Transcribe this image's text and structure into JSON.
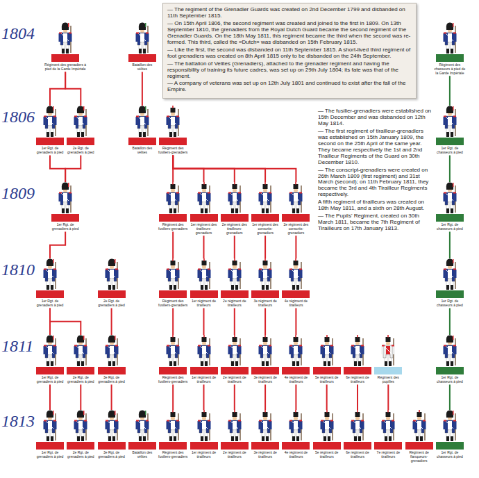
{
  "diagram": {
    "nodes": [
      {
        "text": [
          "Régiment des grenadiers à pied de la Garde Impériale"
        ]
      },
      {
        "text": [
          "Bataillon des vélites"
        ]
      },
      {
        "text": [
          "— The regiment of the Grenadier Guards was created on 2nd December 1799 and disbanded on 11th September 1815.",
          "— On 15th April 1806, the second regiment was created and joined to the first in 1809. On 13th September 1810, the grenadiers from the Royal Dutch Guard became the second regiment of the Grenadier Guards. On the 18th May 1811, this regiment became the third when the second was re-formed. This third, called the «Dutch» was disbanded on 15th February 1815.",
          "— Like the first, the second was disbanded on 11th September 1815. A short-lived third regiment of foot grenadiers was created on 8th April 1815 only to be disbanded on the 24th September.",
          "— The battalion of Velites (Grenadiers), attached to the grenadier regiment and having the responsibility of training its future cadres, was set up on 29th July 1804; its fate was that of the regiment.",
          "— A company of veterans was set up on 12th July 1801 and continued to exist after the fall of the Empire."
        ]
      },
      {
        "text": [
          "Régiment des chasseurs à pied de la Garde Impériale"
        ]
      },
      {
        "text": [
          "1er Rgt. de grenadiers à pied"
        ]
      },
      {
        "text": [
          "2e Rgt. de grenadiers à pied"
        ]
      },
      {
        "text": [
          "Bataillon des vélites"
        ]
      },
      {
        "text": [
          "Régiment des fusiliers-grenadiers"
        ]
      },
      {
        "text": [
          "1er Rgt. de chasseurs à pied"
        ]
      },
      {
        "text": [
          "1er Rgt. de grenadiers à pied"
        ]
      },
      {
        "text": [
          "Régiment des fusiliers-grenadiers"
        ]
      },
      {
        "text": [
          "1er régiment des tirailleurs-grenadiers"
        ]
      },
      {
        "text": [
          "2e régiment des tirailleurs-grenadiers"
        ]
      },
      {
        "text": [
          "1er régiment des conscrits-grenadiers"
        ]
      },
      {
        "text": [
          "2e régiment des conscrits-grenadiers"
        ]
      },
      {
        "text": [
          "1er Rgt. de chasseurs à pied"
        ]
      },
      {
        "text": [
          "1er Rgt. de grenadiers à pied"
        ]
      },
      {
        "text": [
          "2e Rgt. de grenadiers à pied"
        ]
      },
      {
        "text": [
          "Régiment des fusiliers-grenadiers"
        ]
      },
      {
        "text": [
          "1er régiment de tirailleurs"
        ]
      },
      {
        "text": [
          "2e régiment de tirailleurs"
        ]
      },
      {
        "text": [
          "3e régiment de tirailleurs"
        ]
      },
      {
        "text": [
          "4e régiment de tirailleurs"
        ]
      },
      {
        "text": [
          "1er Rgt. de chasseurs à pied"
        ]
      },
      {
        "text": [
          "1er Rgt. de grenadiers à pied"
        ]
      },
      {
        "text": [
          "2e Rgt. de grenadiers à pied"
        ]
      },
      {
        "text": [
          "3e Rgt. de grenadiers à pied"
        ]
      },
      {
        "text": [
          "Régiment des fusiliers-grenadiers"
        ]
      },
      {
        "text": [
          "1er régiment de tirailleurs"
        ]
      },
      {
        "text": [
          "2e régiment de tirailleurs"
        ]
      },
      {
        "text": [
          "3e régiment de tirailleurs"
        ]
      },
      {
        "text": [
          "4e régiment de tirailleurs"
        ]
      },
      {
        "text": [
          "5e régiment de tirailleurs"
        ]
      },
      {
        "text": [
          "6e régiment de tirailleurs"
        ]
      },
      {
        "text": [
          "Régiment des pupilles"
        ]
      },
      {
        "text": [
          "1er Rgt. de chasseurs à pied"
        ]
      },
      {
        "text": [
          "1er Rgt. de grenadiers à pied"
        ]
      },
      {
        "text": [
          "2e Rgt. de grenadiers à pied"
        ]
      },
      {
        "text": [
          "3e Rgt. de grenadiers à pied"
        ]
      },
      {
        "text": [
          "Bataillon des vélites"
        ]
      },
      {
        "text": [
          "Régiment des fusiliers-grenadiers"
        ]
      },
      {
        "text": [
          "1er régiment de tirailleurs"
        ]
      },
      {
        "text": [
          "2e régiment de tirailleurs"
        ]
      },
      {
        "text": [
          "3e régiment de tirailleurs"
        ]
      },
      {
        "text": [
          "4e régiment de tirailleurs"
        ]
      },
      {
        "text": [
          "5e régiment de tirailleurs"
        ]
      },
      {
        "text": [
          "6e régiment de tirailleurs"
        ]
      },
      {
        "text": [
          "7e régiment de tirailleurs"
        ]
      },
      {
        "text": [
          "Régiment de flanqueurs-grenadiers"
        ]
      },
      {
        "text": [
          "1er Rgt. de chasseurs à pied"
        ]
      }
    ],
    "edges": [
      {
        "from": 0,
        "to": 4,
        "arrow": "none"
      },
      {
        "from": 0,
        "to": 5,
        "arrow": "none"
      },
      {
        "from": 1,
        "to": 6,
        "arrow": "none"
      },
      {
        "from": 3,
        "to": 8,
        "arrow": "none"
      },
      {
        "from": 4,
        "to": 9,
        "arrow": "none"
      },
      {
        "from": 5,
        "to": 9,
        "arrow": "none"
      },
      {
        "from": 7,
        "to": 10,
        "arrow": "none"
      },
      {
        "from": 7,
        "to": 11,
        "arrow": "none"
      },
      {
        "from": 7,
        "to": 12,
        "arrow": "none"
      },
      {
        "from": 7,
        "to": 13,
        "arrow": "none"
      },
      {
        "from": 7,
        "to": 14,
        "arrow": "none"
      },
      {
        "from": 8,
        "to": 15,
        "arrow": "none"
      },
      {
        "from": 9,
        "to": 16,
        "arrow": "none"
      },
      {
        "from": 10,
        "to": 18,
        "arrow": "none"
      },
      {
        "from": 11,
        "to": 19,
        "arrow": "none"
      },
      {
        "from": 12,
        "to": 20,
        "arrow": "none"
      },
      {
        "from": 13,
        "to": 21,
        "arrow": "none"
      },
      {
        "from": 14,
        "to": 22,
        "arrow": "none"
      },
      {
        "from": 15,
        "to": 23,
        "arrow": "none"
      },
      {
        "from": 16,
        "to": 24,
        "arrow": "none"
      },
      {
        "from": 16,
        "to": 25,
        "arrow": "none"
      },
      {
        "from": 17,
        "to": 26,
        "arrow": "none"
      },
      {
        "from": 18,
        "to": 27,
        "arrow": "none"
      },
      {
        "from": 19,
        "to": 28,
        "arrow": "none"
      },
      {
        "from": 20,
        "to": 29,
        "arrow": "none"
      },
      {
        "from": 21,
        "to": 30,
        "arrow": "none"
      },
      {
        "from": 22,
        "to": 31,
        "arrow": "none"
      },
      {
        "from": 23,
        "to": 35,
        "arrow": "none"
      },
      {
        "from": 24,
        "to": 36,
        "arrow": "none"
      },
      {
        "from": 25,
        "to": 37,
        "arrow": "none"
      },
      {
        "from": 26,
        "to": 38,
        "arrow": "none"
      },
      {
        "from": 27,
        "to": 40,
        "arrow": "none"
      },
      {
        "from": 28,
        "to": 41,
        "arrow": "none"
      },
      {
        "from": 29,
        "to": 42,
        "arrow": "none"
      },
      {
        "from": 30,
        "to": 43,
        "arrow": "none"
      },
      {
        "from": 31,
        "to": 44,
        "arrow": "none"
      },
      {
        "from": 32,
        "to": 45,
        "arrow": "none"
      },
      {
        "from": 33,
        "to": 46,
        "arrow": "none"
      },
      {
        "from": 34,
        "to": 47,
        "arrow": "none"
      },
      {
        "from": 35,
        "to": 49,
        "arrow": "none"
      }
    ],
    "labels": [
      "1804",
      "1806",
      "1809",
      "1810",
      "1811",
      "1813",
      "— The fusilier-grenadiers were established on 15th December and was disbanded on 12th May 1814.",
      "— The first regiment of tirailleur-grenadiers was established on 15th January 1809, the second on the 25th April of the same year. They became respectively the 1st and 2nd Tirailleur Regiments of the Guard on 30th December 1810.",
      "— The conscript-grenadiers were created on 26th March 1809 (first regiment) and 31st March (second); on 11th February 1811, they became the 3rd and 4th Tirailleur Regiments respectively.",
      "A fifth regiment of tirailleurs was created on 18th May 1811, and a sixth on 28th August.",
      "— The Pupils' Regiment, created on 30th March 1811, became the 7th Regiment of Tirailleurs on 17th January 1813."
    ]
  }
}
